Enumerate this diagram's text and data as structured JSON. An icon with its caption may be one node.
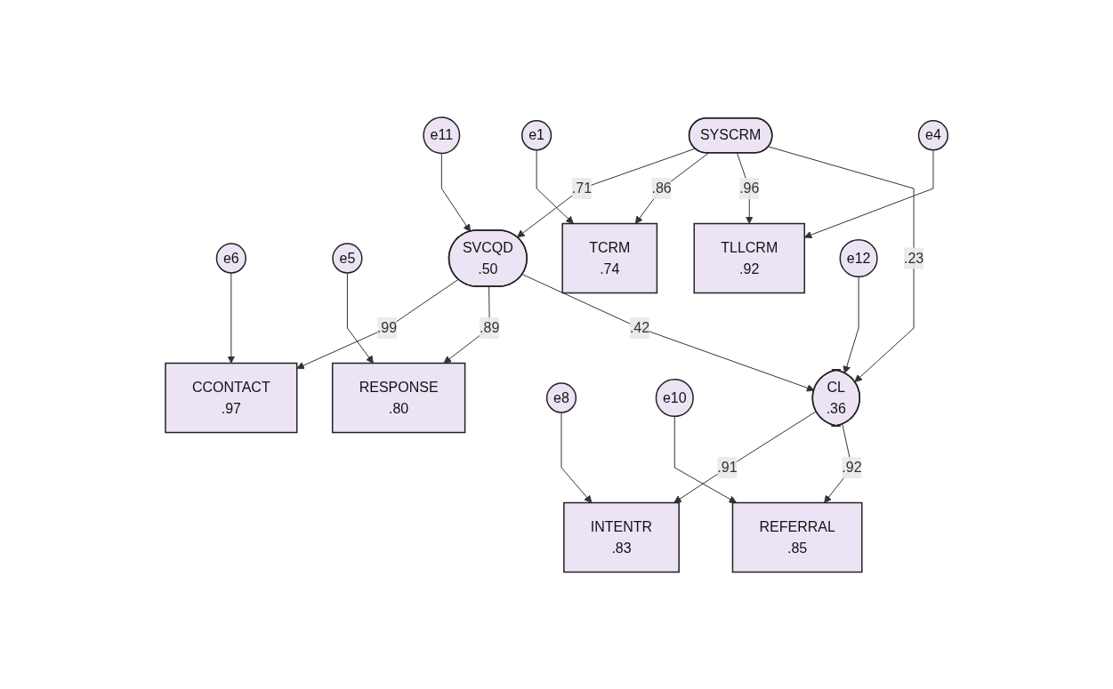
{
  "diagram": {
    "nodes": [
      {
        "text": [
          "e6"
        ]
      },
      {
        "text": [
          "e5"
        ]
      },
      {
        "text": [
          "CCONTACT",
          ".97"
        ]
      },
      {
        "text": [
          "RESPONSE",
          ".80"
        ]
      },
      {
        "text": [
          "SVCQD",
          ".50"
        ]
      },
      {
        "text": [
          "e11"
        ]
      },
      {
        "text": [
          "e1"
        ]
      },
      {
        "text": [
          "e4"
        ]
      },
      {
        "text": [
          "e8"
        ]
      },
      {
        "text": [
          "e10"
        ]
      },
      {
        "text": [
          "TCRM",
          ".74"
        ]
      },
      {
        "text": [
          "TLLCRM",
          ".92"
        ]
      },
      {
        "text": [
          "INTENTR",
          ".83"
        ]
      },
      {
        "text": [
          "REFERRAL",
          ".85"
        ]
      },
      {
        "text": [
          "SYSCRM"
        ]
      },
      {
        "text": [
          "CL",
          ".36"
        ]
      },
      {
        "text": [
          "e12"
        ]
      }
    ],
    "edges": [
      {
        "from": 0,
        "to": 2,
        "arrow": "to"
      },
      {
        "from": 1,
        "to": 3,
        "arrow": "to"
      },
      {
        "from": 4,
        "to": 2,
        "arrow": "to",
        "label": ".99"
      },
      {
        "from": 4,
        "to": 3,
        "arrow": "to",
        "label": ".89"
      },
      {
        "from": 5,
        "to": 4,
        "arrow": "to"
      },
      {
        "from": 14,
        "to": 4,
        "arrow": "to",
        "label": ".71"
      },
      {
        "from": 4,
        "to": 15,
        "arrow": "to",
        "label": ".42"
      },
      {
        "from": 6,
        "to": 10,
        "arrow": "to"
      },
      {
        "from": 7,
        "to": 11,
        "arrow": "to"
      },
      {
        "from": 8,
        "to": 12,
        "arrow": "to"
      },
      {
        "from": 9,
        "to": 13,
        "arrow": "to"
      },
      {
        "from": 14,
        "to": 10,
        "arrow": "to",
        "label": ".86"
      },
      {
        "from": 14,
        "to": 11,
        "arrow": "to",
        "label": ".96"
      },
      {
        "from": 15,
        "to": 12,
        "arrow": "to",
        "label": ".91"
      },
      {
        "from": 15,
        "to": 13,
        "arrow": "to",
        "label": ".92"
      },
      {
        "from": 14,
        "to": 15,
        "arrow": "to",
        "label": ".23"
      },
      {
        "from": 16,
        "to": 15,
        "arrow": "to"
      }
    ]
  }
}
